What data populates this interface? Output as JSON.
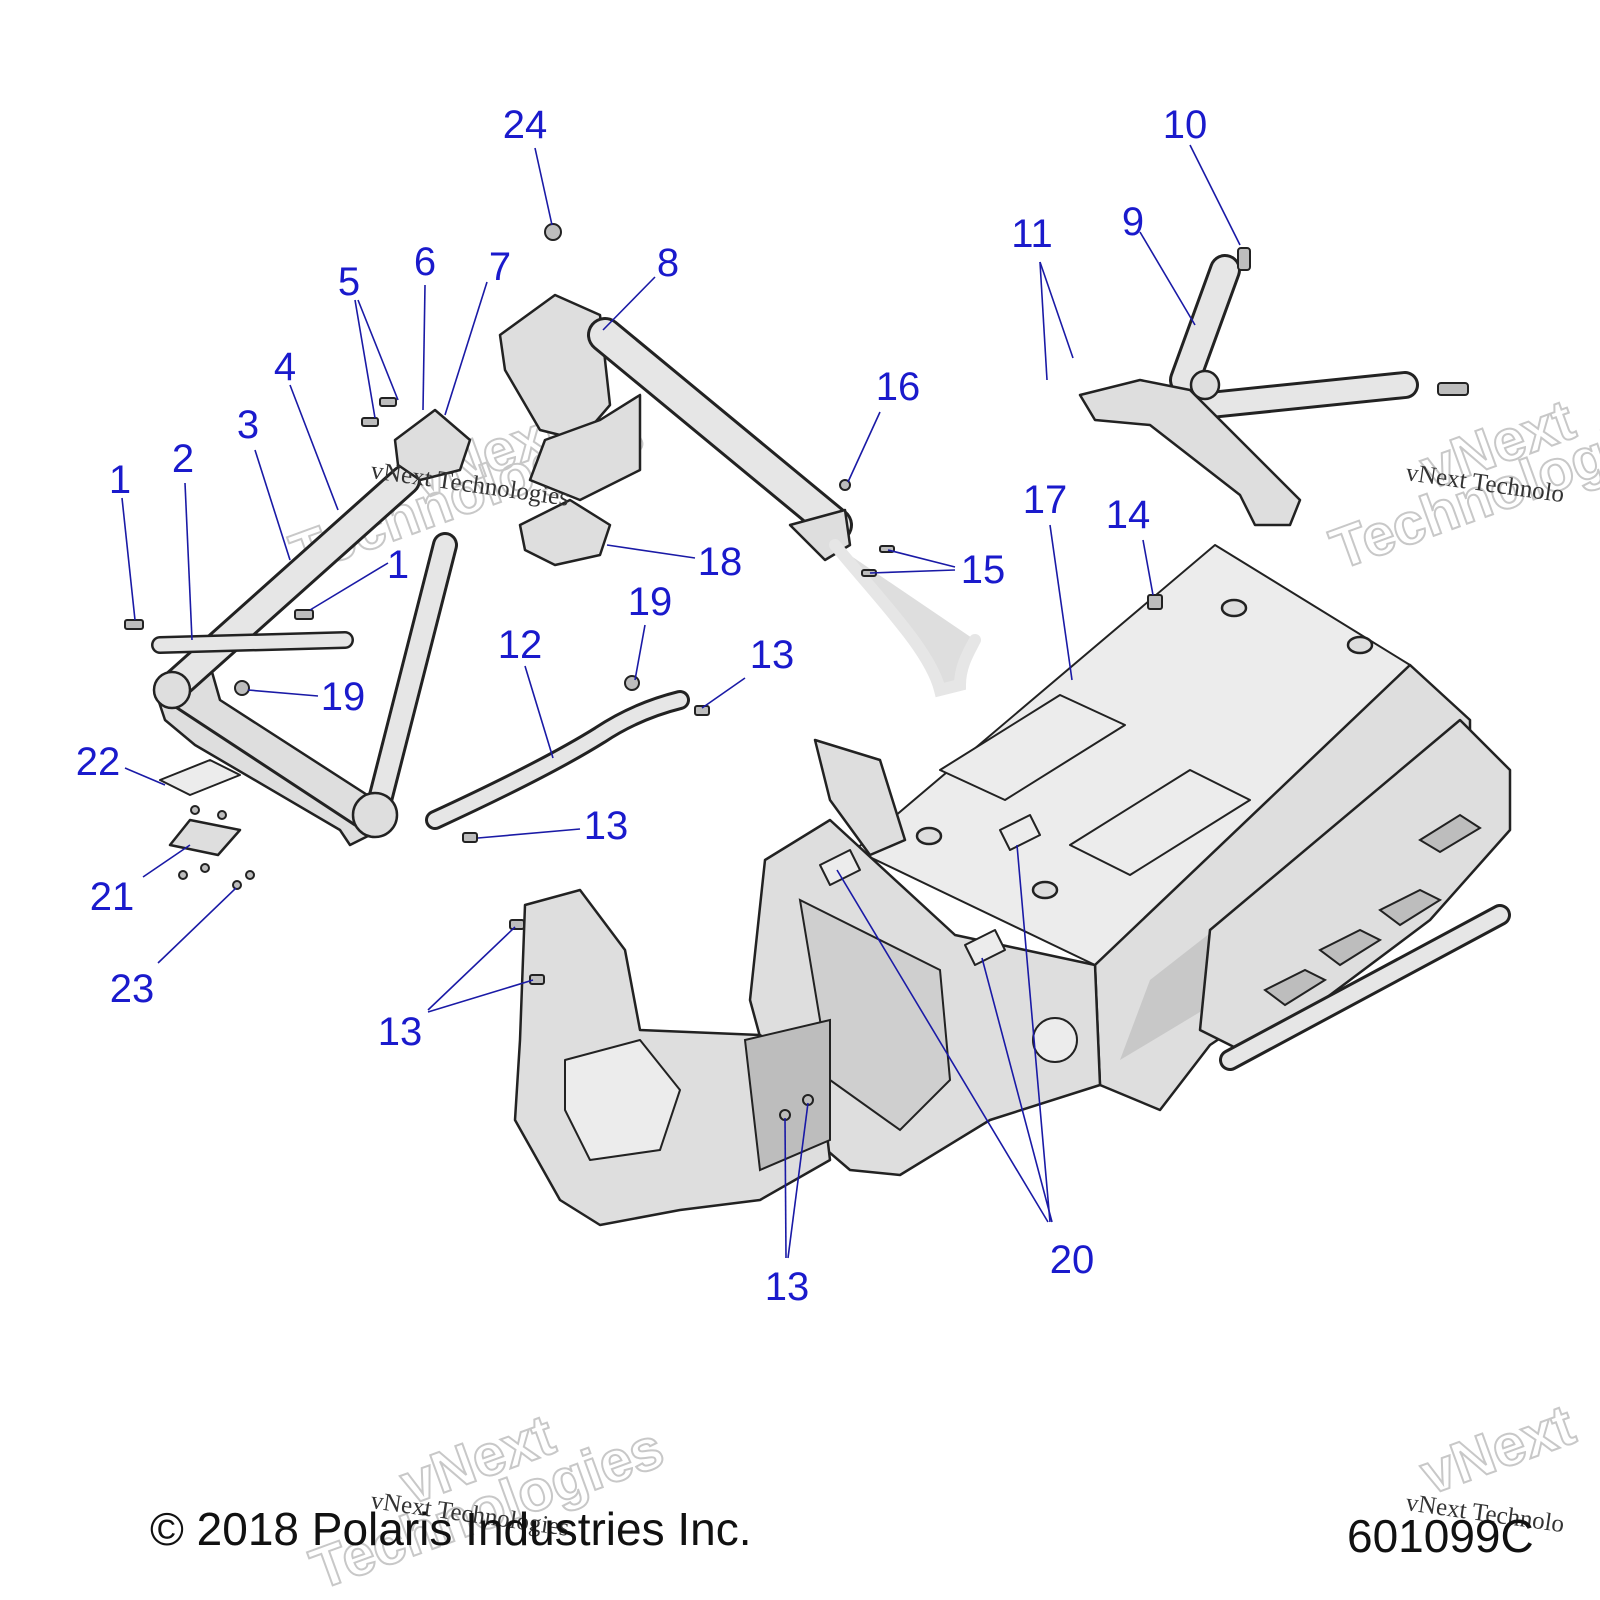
{
  "callouts": [
    {
      "id": "c1a",
      "label": "1"
    },
    {
      "id": "c1b",
      "label": "1"
    },
    {
      "id": "c2",
      "label": "2"
    },
    {
      "id": "c3",
      "label": "3"
    },
    {
      "id": "c4",
      "label": "4"
    },
    {
      "id": "c5",
      "label": "5"
    },
    {
      "id": "c6",
      "label": "6"
    },
    {
      "id": "c7",
      "label": "7"
    },
    {
      "id": "c8",
      "label": "8"
    },
    {
      "id": "c9",
      "label": "9"
    },
    {
      "id": "c10",
      "label": "10"
    },
    {
      "id": "c11",
      "label": "11"
    },
    {
      "id": "c12",
      "label": "12"
    },
    {
      "id": "c13a",
      "label": "13"
    },
    {
      "id": "c13b",
      "label": "13"
    },
    {
      "id": "c13c",
      "label": "13"
    },
    {
      "id": "c13d",
      "label": "13"
    },
    {
      "id": "c14",
      "label": "14"
    },
    {
      "id": "c15",
      "label": "15"
    },
    {
      "id": "c16",
      "label": "16"
    },
    {
      "id": "c17",
      "label": "17"
    },
    {
      "id": "c18",
      "label": "18"
    },
    {
      "id": "c19a",
      "label": "19"
    },
    {
      "id": "c19b",
      "label": "19"
    },
    {
      "id": "c20",
      "label": "20"
    },
    {
      "id": "c21",
      "label": "21"
    },
    {
      "id": "c22",
      "label": "22"
    },
    {
      "id": "c23",
      "label": "23"
    },
    {
      "id": "c24",
      "label": "24"
    }
  ],
  "watermark": {
    "line_text": "vNext Technologies",
    "line_text_cut": "vNext Technolo",
    "big_top": "vNext",
    "big_bottom": "Technologies"
  },
  "footer": {
    "copyright": "© 2018 Polaris Industries Inc.",
    "figure_number": "601099C"
  },
  "colors": {
    "callout": "#1a1acc",
    "line": "#222222",
    "fill": "#dedede"
  }
}
